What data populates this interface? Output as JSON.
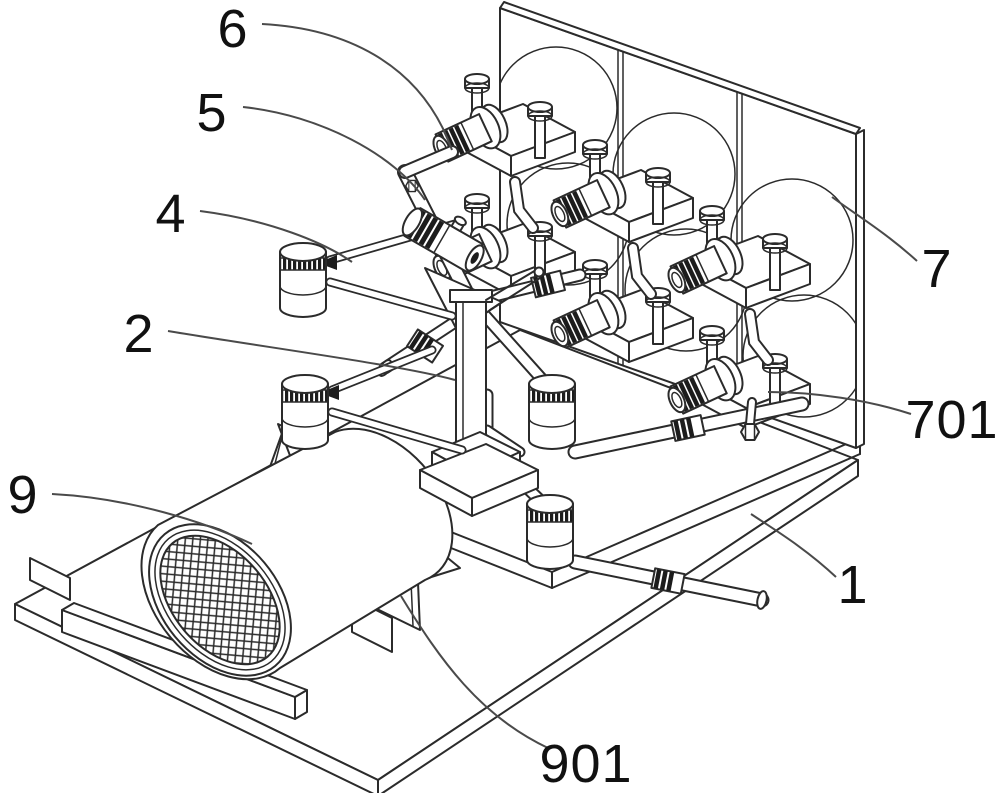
{
  "figure": {
    "paper_color": "#ffffff",
    "ink_color": "#2b2b2b",
    "leader_color": "#4a4a4a",
    "labels": [
      {
        "text": "6"
      },
      {
        "text": "5"
      },
      {
        "text": "4"
      },
      {
        "text": "2"
      },
      {
        "text": "9"
      },
      {
        "text": "7"
      },
      {
        "text": "701"
      },
      {
        "text": "1"
      },
      {
        "text": "901"
      }
    ]
  }
}
